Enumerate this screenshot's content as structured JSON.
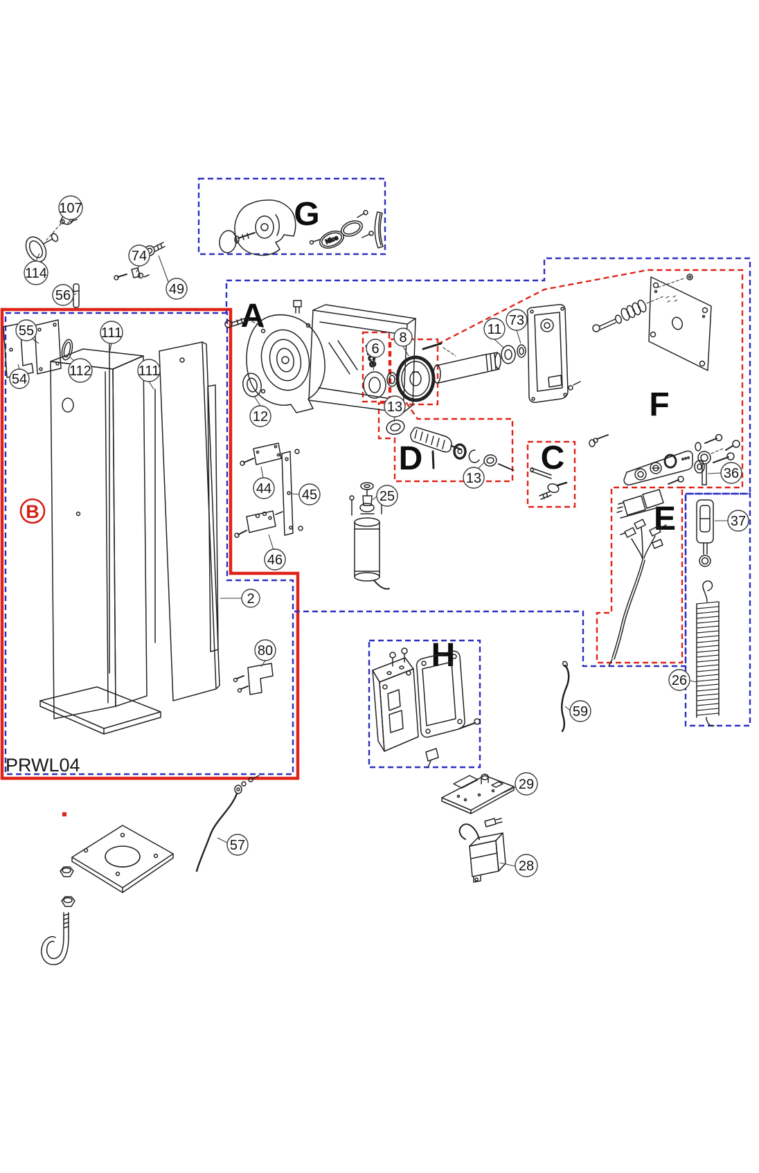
{
  "diagram": {
    "code": "PRWL04",
    "brand": "Nice",
    "sections": {
      "A": "A",
      "B": "B",
      "C": "C",
      "D": "D",
      "E": "E",
      "F": "F",
      "G": "G",
      "H": "H"
    },
    "callouts": [
      "107",
      "114",
      "74",
      "49",
      "56",
      "55",
      "111",
      "112",
      "111",
      "54",
      "12",
      "6",
      "8",
      "11",
      "73",
      "13",
      "13",
      "44",
      "45",
      "46",
      "2",
      "80",
      "25",
      "36",
      "37",
      "26",
      "59",
      "29",
      "28",
      "57"
    ],
    "colors": {
      "group_red": "#e02319",
      "group_blue": "#2b2fc0",
      "line_art": "#222222"
    }
  }
}
